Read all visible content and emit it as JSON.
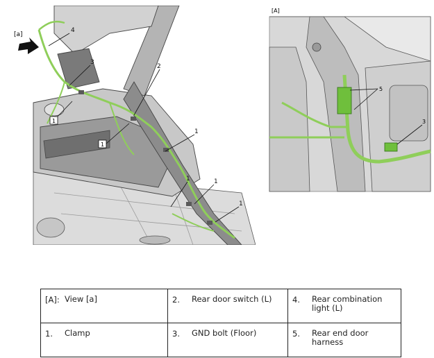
{
  "main_view": {
    "view_marker": "[a]",
    "callouts": [
      "4",
      "3",
      "2",
      "1",
      "1",
      "1",
      "1"
    ],
    "boxed_labels": [
      "1",
      "1"
    ]
  },
  "detail_view": {
    "title": "[A]",
    "callouts": [
      "5",
      "3"
    ]
  },
  "legend": {
    "rows": [
      [
        {
          "num": "[A]:",
          "text": "View [a]"
        },
        {
          "num": "2.",
          "text": "Rear door switch (L)"
        },
        {
          "num": "4.",
          "text": "Rear combination light (L)"
        }
      ],
      [
        {
          "num": "1.",
          "text": "Clamp"
        },
        {
          "num": "3.",
          "text": "GND bolt (Floor)"
        },
        {
          "num": "5.",
          "text": "Rear end door harness"
        }
      ]
    ]
  },
  "colors": {
    "harness": "#8fce5a",
    "body_dark": "#7d7d7d",
    "body_mid": "#a9a9a9",
    "body_light": "#d6d6d6",
    "outline": "#3a3a3a"
  }
}
